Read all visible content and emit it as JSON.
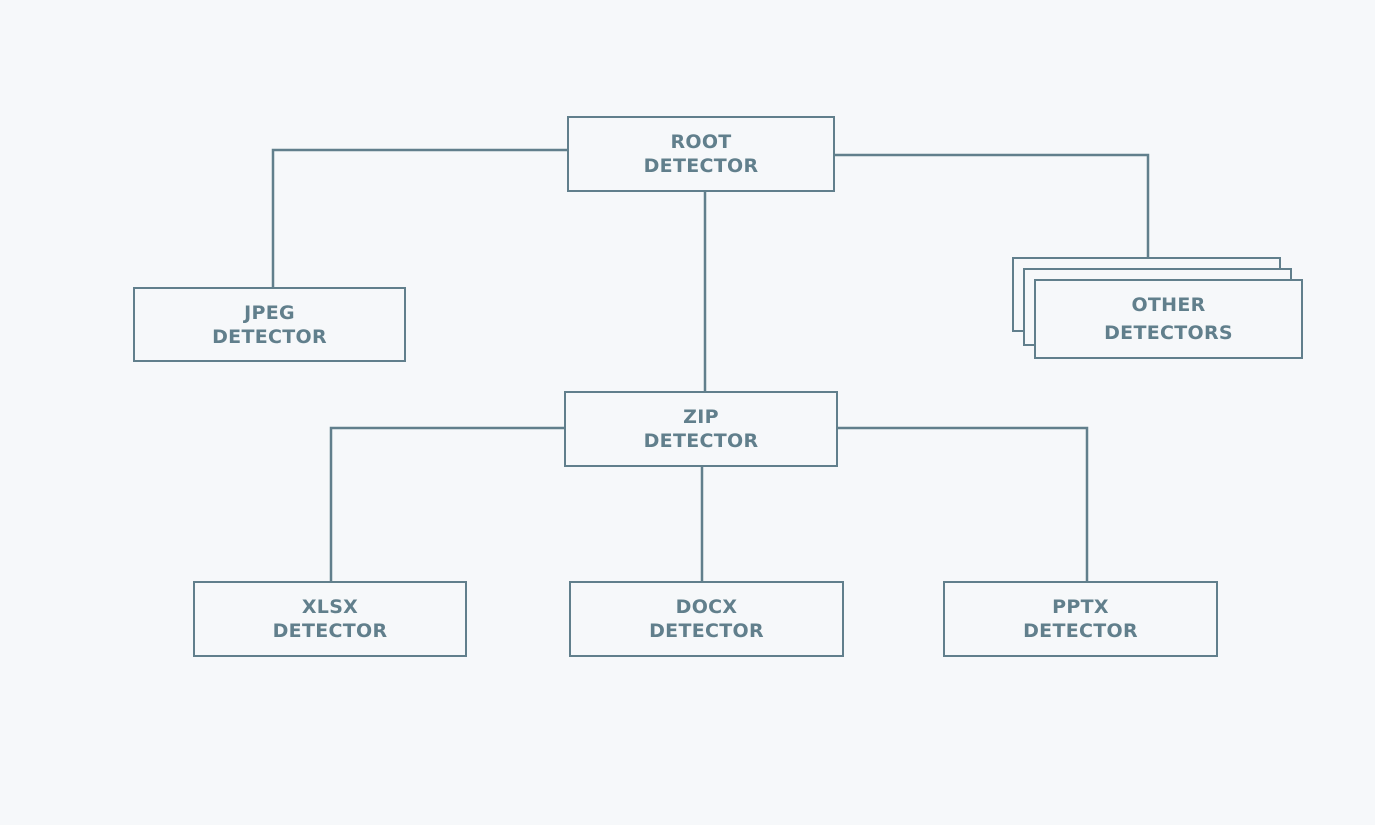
{
  "colors": {
    "background": "#f6f8fa",
    "stroke": "#617f8c",
    "text": "#617f8c"
  },
  "nodes": {
    "root": {
      "line1": "ROOT",
      "line2": "DETECTOR"
    },
    "jpeg": {
      "line1": "JPEG",
      "line2": "DETECTOR"
    },
    "other": {
      "line1": "OTHER",
      "line2": "DETECTORS"
    },
    "zip": {
      "line1": "ZIP",
      "line2": "DETECTOR"
    },
    "xlsx": {
      "line1": "XLSX",
      "line2": "DETECTOR"
    },
    "docx": {
      "line1": "DOCX",
      "line2": "DETECTOR"
    },
    "pptx": {
      "line1": "PPTX",
      "line2": "DETECTOR"
    }
  },
  "edges": [
    {
      "from": "root",
      "to": "jpeg"
    },
    {
      "from": "root",
      "to": "zip"
    },
    {
      "from": "root",
      "to": "other"
    },
    {
      "from": "zip",
      "to": "xlsx"
    },
    {
      "from": "zip",
      "to": "docx"
    },
    {
      "from": "zip",
      "to": "pptx"
    }
  ]
}
